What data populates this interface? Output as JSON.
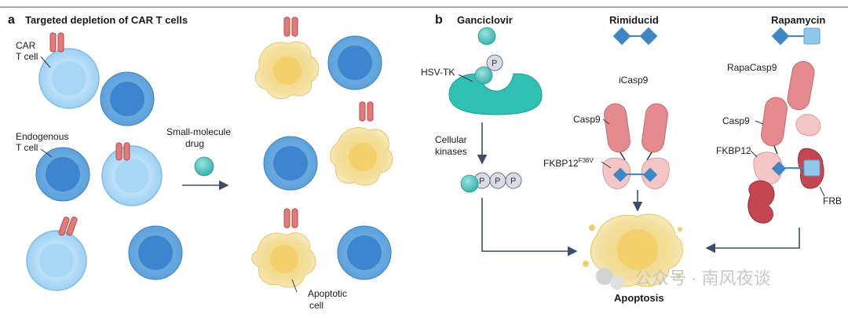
{
  "panel_a": {
    "letter": "a",
    "title": "Targeted depletion of CAR T cells",
    "labels": {
      "car_t_cell": "CAR\nT cell",
      "endogenous_t_cell": "Endogenous\nT cell",
      "drug": "Small-molecule\ndrug",
      "apoptotic_cell": "Apoptotic\ncell"
    }
  },
  "panel_b": {
    "letter": "b",
    "drugs": {
      "ganciclovir": "Ganciclovir",
      "rimiducid": "Rimiducid",
      "rapamycin": "Rapamycin"
    },
    "labels": {
      "hsv_tk": "HSV-TK",
      "cellular_kinases": "Cellular\nkinases",
      "phosphate": "P",
      "icasp9": "iCasp9",
      "casp9_left": "Casp9",
      "fkbp12_base": "FKBP12",
      "fkbp12_sup": "F36V",
      "rapacasp9": "RapaCasp9",
      "casp9_right": "Casp9",
      "fkbp12_right": "FKBP12",
      "frb": "FRB",
      "apoptosis": "Apoptosis"
    }
  },
  "watermark": "公众号 · 南风夜谈",
  "colors": {
    "car_receptor": "#e37a7a",
    "car_cell": "#cfe9fb",
    "endo_cell": "#4f97d6",
    "apoptotic": "#f2cf6c",
    "drug_teal": "#52c4c0",
    "hsv_tk": "#27bfb1",
    "casp9": "#e58b90",
    "fkbp12": "#f5c6c6",
    "rimiducid": "#3e86c6",
    "frb": "#c34650",
    "arrow": "#3a4d6a"
  }
}
